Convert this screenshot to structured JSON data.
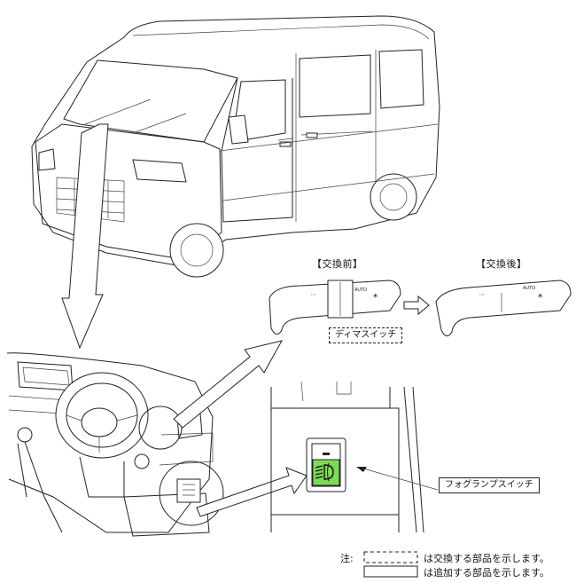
{
  "labels": {
    "before": "【交換前】",
    "after": "【交換後】",
    "dimmer_switch": "ディマスイッチ",
    "fog_lamp_switch": "フォグランプスイッチ"
  },
  "legend": {
    "note": "注:",
    "replace_text": "は交換する部品を示します。",
    "add_text": "は追加する部品を示します。"
  },
  "colors": {
    "switch_green": "#7ed957",
    "line": "#222222"
  },
  "icons": {
    "fog_lamp": "fog-lamp-icon",
    "headlight": "headlight-icon"
  }
}
